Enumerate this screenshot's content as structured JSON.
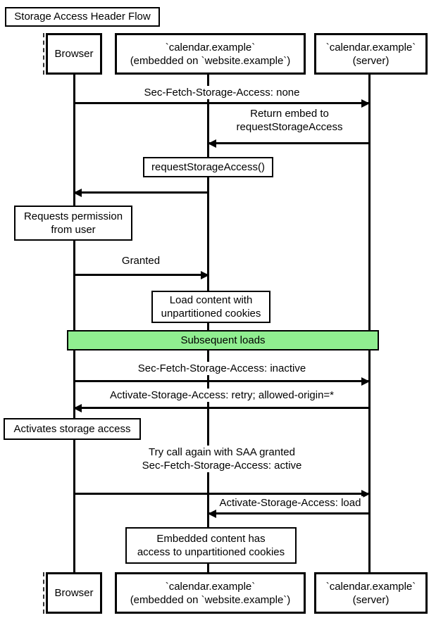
{
  "title": "Storage Access Header Flow",
  "participants": {
    "browser": {
      "label": "Browser"
    },
    "embed": {
      "line1": "`calendar.example`",
      "line2": "(embedded on `website.example`)"
    },
    "server": {
      "line1": "`calendar.example`",
      "line2": "(server)"
    }
  },
  "messages": {
    "fetch_none": "Sec-Fetch-Storage-Access: none",
    "return_embed_line1": "Return embed to",
    "return_embed_line2": "requestStorageAccess",
    "request_storage_access": "requestStorageAccess()",
    "granted": "Granted",
    "fetch_inactive": "Sec-Fetch-Storage-Access: inactive",
    "activate_retry": "Activate-Storage-Access: retry; allowed-origin=*",
    "try_again_line1": "Try call again with SAA granted",
    "try_again_line2": "Sec-Fetch-Storage-Access: active",
    "activate_load": "Activate-Storage-Access: load"
  },
  "notes": {
    "requests_permission_line1": "Requests permission",
    "requests_permission_line2": "from user",
    "load_content_line1": "Load content with",
    "load_content_line2": "unpartitioned cookies",
    "activates_storage": "Activates storage access",
    "embedded_access_line1": "Embedded content has",
    "embedded_access_line2": "access to unpartitioned cookies"
  },
  "divider": {
    "label": "Subsequent loads",
    "fill": "#90EE90",
    "border": "#000000"
  },
  "colors": {
    "line": "#000000",
    "background": "#ffffff",
    "box_fill": "#ffffff",
    "text": "#000000"
  }
}
